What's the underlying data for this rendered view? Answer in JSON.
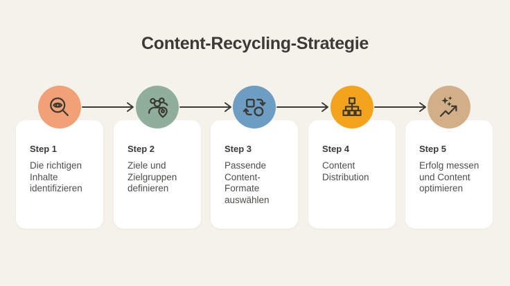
{
  "title": "Content-Recycling-Strategie",
  "colors": {
    "background": "#F5F2EB",
    "card": "#FFFFFF",
    "heading_text": "#3B3A36",
    "body_text": "#4F4D48",
    "line_and_icon_stroke": "#3A3933"
  },
  "steps": [
    {
      "label": "Step 1",
      "description": "Die richtigen Inhalte identifizieren",
      "icon": "magnifier-eye-icon",
      "circle_color": "#F2A177"
    },
    {
      "label": "Step 2",
      "description": "Ziele und Zielgruppen definieren",
      "icon": "audience-location-icon",
      "circle_color": "#8FAF9A"
    },
    {
      "label": "Step 3",
      "description": "Passende Content-Formate auswählen",
      "icon": "convert-shapes-icon",
      "circle_color": "#6D9DC3"
    },
    {
      "label": "Step 4",
      "description": "Content Distribution",
      "icon": "sitemap-icon",
      "circle_color": "#F4A41C"
    },
    {
      "label": "Step 5",
      "description": "Erfolg messen und Content optimieren",
      "icon": "trend-up-sparkles-icon",
      "circle_color": "#D3AF88"
    }
  ]
}
